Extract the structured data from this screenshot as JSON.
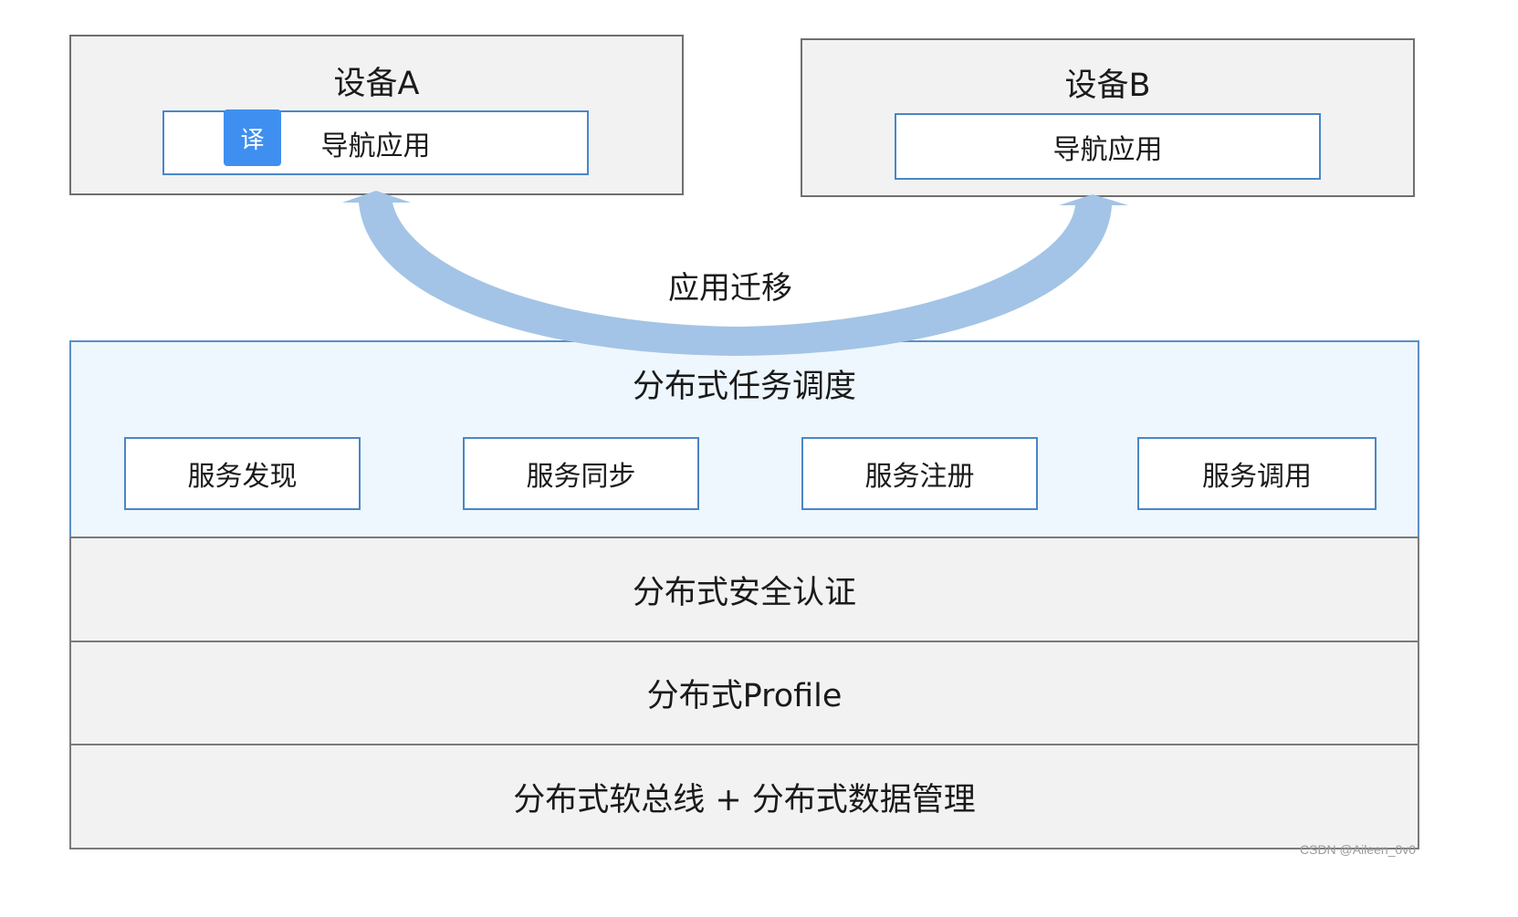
{
  "device_a": {
    "title": "设备A",
    "app_label": "导航应用",
    "translate_badge": "译"
  },
  "device_b": {
    "title": "设备B",
    "app_label": "导航应用"
  },
  "migration": {
    "label": "应用迁移",
    "arrow_color": "#a3c4e6"
  },
  "scheduling_layer": {
    "title": "分布式任务调度",
    "services": [
      "服务发现",
      "服务同步",
      "服务注册",
      "服务调用"
    ]
  },
  "layers": [
    "分布式安全认证",
    "分布式Profile",
    "分布式软总线 + 分布式数据管理"
  ],
  "watermark": "CSDN @Aileen_0v0",
  "colors": {
    "box_border": "#4a86c8",
    "device_fill": "#f2f2f2",
    "scheduling_fill": "#eef7fd",
    "badge_fill": "#3f8ff0"
  }
}
